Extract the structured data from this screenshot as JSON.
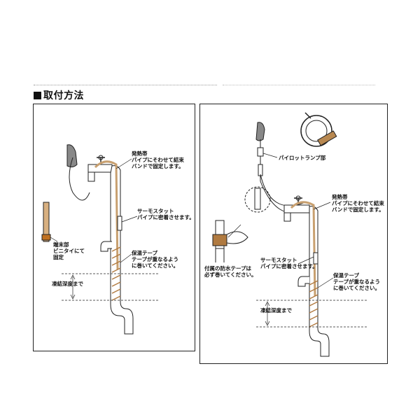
{
  "section_title": "取付方法",
  "left": {
    "heating_band": {
      "title": "発熱帯",
      "line1": "パイプにそわせて結束",
      "line2": "バンドで固定します。"
    },
    "thermostat": {
      "title": "サーモスタット",
      "line1": "パイプに密着させます。"
    },
    "end_part": {
      "line1": "端末部",
      "line2": "ビニタイにて",
      "line3": "固定"
    },
    "insulation_tape": {
      "title": "保温テープ",
      "line1": "テープが重なるよう",
      "line2": "に巻いてください。"
    },
    "freeze_depth": "凍結深度まで"
  },
  "right": {
    "pilot_lamp": "パイロットランプ部",
    "heating_band": {
      "title": "発熱帯",
      "line1": "パイプにそわせて結束",
      "line2": "バンドで固定します。"
    },
    "waterproof_tape": {
      "line1": "付属の防水テープは",
      "line2": "必ず巻いてください。"
    },
    "thermostat": {
      "title": "サーモスタット",
      "line1": "パイプに密着させます。"
    },
    "insulation_tape": {
      "title": "保温テープ",
      "line1": "テープが重なるよう",
      "line2": "に巻いてください。"
    },
    "freeze_depth": "凍結深度まで"
  },
  "colors": {
    "heating_band": "#c8a070",
    "line": "#222222",
    "tape": "#b07a40"
  }
}
